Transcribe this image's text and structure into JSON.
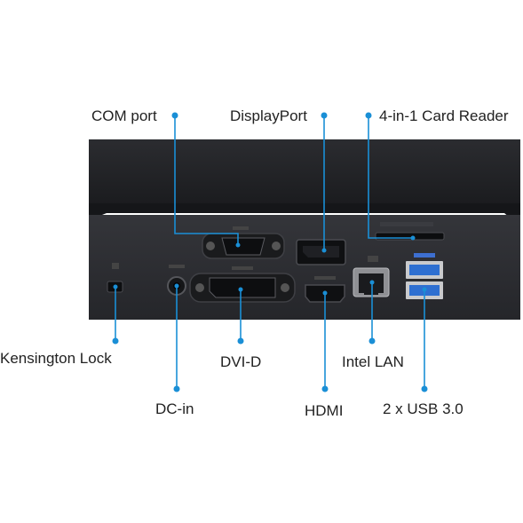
{
  "colors": {
    "leader_line": "#1a8fd6",
    "device_body": "#2a2b2e",
    "device_top": "#1d1e21",
    "port_dark": "#101113",
    "usb_blue": "#2e6fd1"
  },
  "callouts": {
    "com_port": "COM port",
    "displayport": "DisplayPort",
    "card_reader": "4-in-1 Card Reader",
    "kensington_lock": "Kensington Lock",
    "dvi_d": "DVI-D",
    "intel_lan": "Intel LAN",
    "dc_in": "DC-in",
    "hdmi": "HDMI",
    "usb": "2 x USB 3.0"
  }
}
